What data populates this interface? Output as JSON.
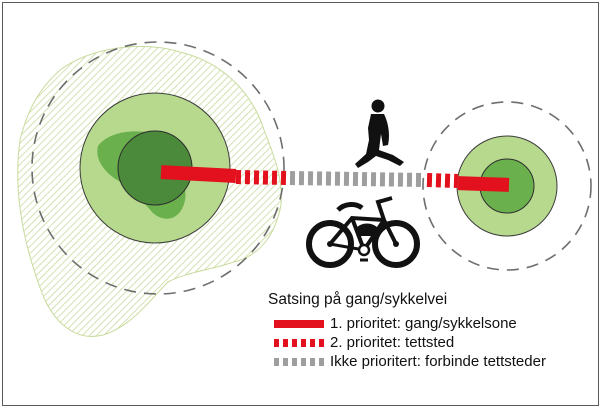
{
  "colors": {
    "priority_1": "#e3101d",
    "priority_2": "#e3101d",
    "not_prioritized": "#9e9e9e",
    "zone_outer": "#b7d98e",
    "zone_mid": "#6ab04c",
    "zone_inner": "#4a8a3a",
    "hatch": "#c7db9d",
    "dashed_ring": "#6e6e6e"
  },
  "icons": [
    "pedestrian-icon",
    "bicycle-icon"
  ],
  "legend": {
    "title": "Satsing på gang/sykkelvei",
    "items": [
      {
        "key": "priority_1",
        "label": "1. prioritet: gang/sykkelsone",
        "style": "solid"
      },
      {
        "key": "priority_2",
        "label": "2. prioritet: tettsted",
        "style": "dashed"
      },
      {
        "key": "not_prioritized",
        "label": "Ikke prioritert: forbinde tettsteder",
        "style": "dashed"
      }
    ]
  }
}
